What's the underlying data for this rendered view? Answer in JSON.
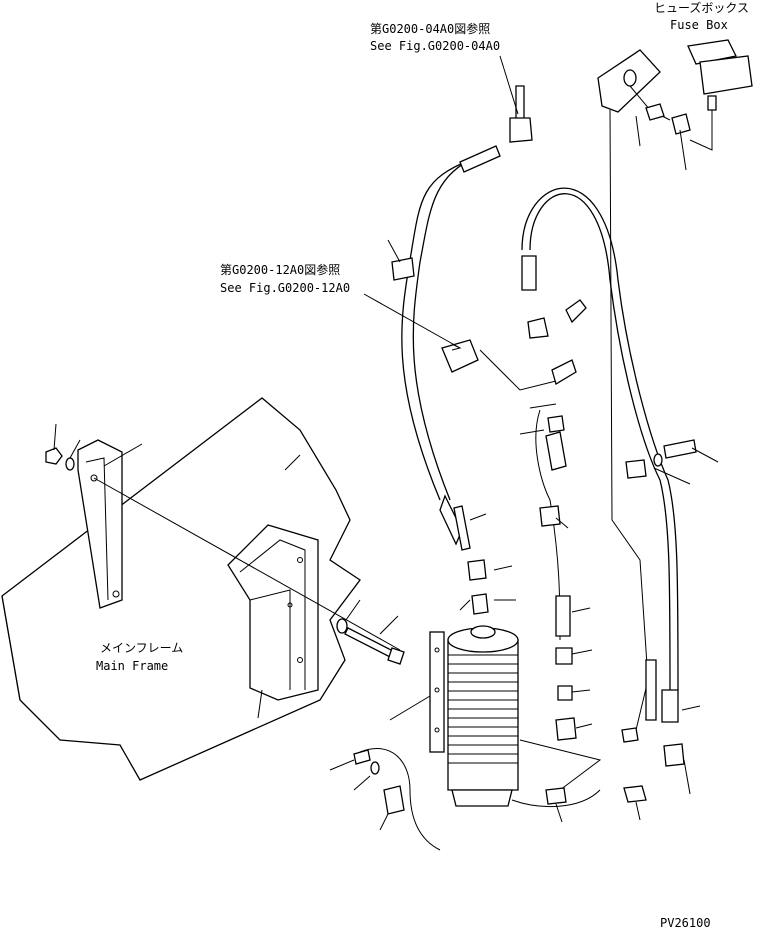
{
  "references": {
    "ref1_jp": "第G0200-04A0図参照",
    "ref1_en": "See Fig.G0200-04A0",
    "ref2_jp": "第G0200-12A0図参照",
    "ref2_en": "See Fig.G0200-12A0"
  },
  "fuse_box": {
    "jp": "ヒューズボックス",
    "en": "Fuse Box"
  },
  "main_frame": {
    "jp": "メインフレーム",
    "en": "Main Frame"
  },
  "drawing_code": "PV26100"
}
